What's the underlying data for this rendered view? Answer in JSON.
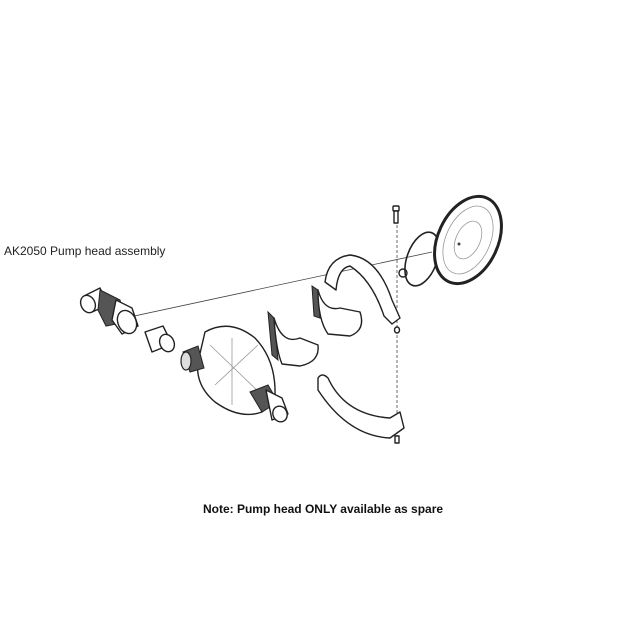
{
  "diagram": {
    "title": "AK2050 Pump head assembly",
    "note": "Note: Pump head ONLY available as spare",
    "parts": [
      "hose-connector",
      "valve-cone",
      "pump-body",
      "diaphragm-flap",
      "valve",
      "upper-clamp",
      "lower-clamp",
      "screw",
      "nut",
      "o-ring",
      "diaphragm-disc"
    ]
  }
}
